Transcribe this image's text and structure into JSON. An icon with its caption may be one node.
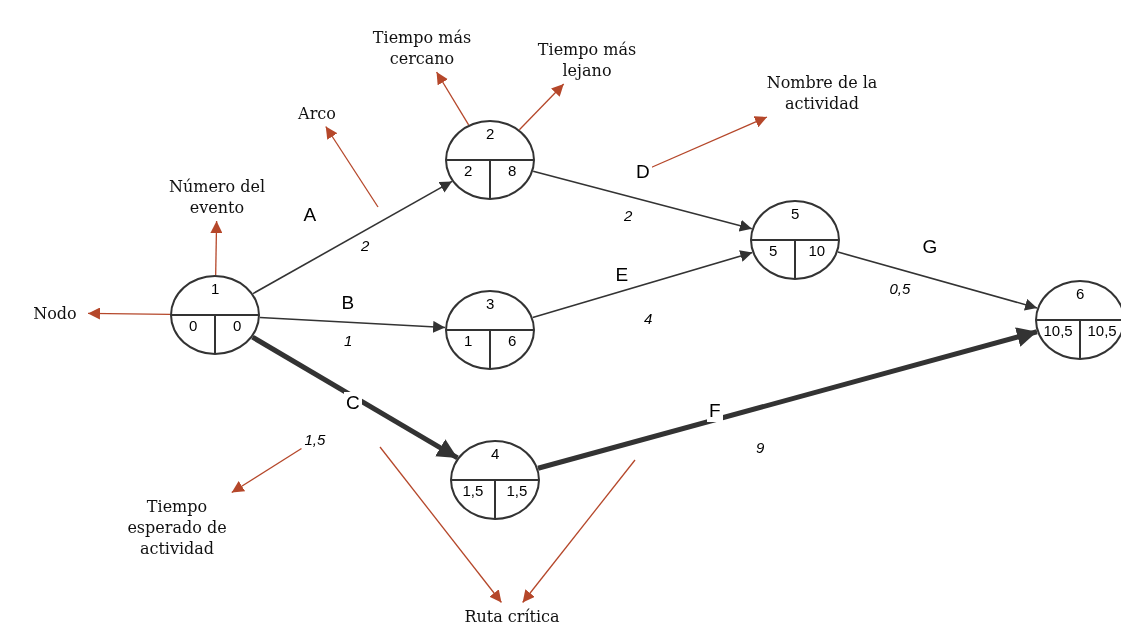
{
  "diagram": {
    "nodes": [
      {
        "text": [
          "1",
          "0",
          "0"
        ]
      },
      {
        "text": [
          "2",
          "2",
          "8"
        ]
      },
      {
        "text": [
          "3",
          "1",
          "6"
        ]
      },
      {
        "text": [
          "4",
          "1,5",
          "1,5"
        ]
      },
      {
        "text": [
          "5",
          "5",
          "10"
        ]
      },
      {
        "text": [
          "6",
          "10,5",
          "10,5"
        ]
      },
      {
        "text": [
          "Número del evento"
        ]
      },
      {
        "text": [
          "Nodo"
        ]
      },
      {
        "text": [
          "Arco"
        ]
      },
      {
        "text": [
          "Tiempo más cercano"
        ]
      },
      {
        "text": [
          "Tiempo más lejano"
        ]
      },
      {
        "text": [
          "Nombre de la actividad"
        ]
      },
      {
        "text": [
          "Tiempo esperado de actividad"
        ]
      },
      {
        "text": [
          "Ruta crítica"
        ]
      },
      {
        "text": [
          "1,5"
        ]
      }
    ],
    "edges": [
      {
        "from": 0,
        "to": 1,
        "arrow": "to",
        "label": "A",
        "color": "#333333"
      },
      {
        "from": 0,
        "to": 2,
        "arrow": "to",
        "label": "B",
        "color": "#333333"
      },
      {
        "from": 0,
        "to": 3,
        "arrow": "to",
        "label": "C",
        "style": "thick",
        "color": "#333333"
      },
      {
        "from": 1,
        "to": 4,
        "arrow": "to",
        "label": "D",
        "color": "#333333"
      },
      {
        "from": 2,
        "to": 4,
        "arrow": "to",
        "label": "E",
        "color": "#333333"
      },
      {
        "from": 3,
        "to": 5,
        "arrow": "to",
        "label": "F",
        "style": "thick",
        "color": "#333333"
      },
      {
        "from": 4,
        "to": 5,
        "arrow": "to",
        "label": "G",
        "color": "#333333"
      },
      {
        "from": 0,
        "to": 6,
        "arrow": "to"
      },
      {
        "from": 0,
        "to": 7,
        "arrow": "to"
      },
      {
        "from": null,
        "to": 8,
        "arrow": "to"
      },
      {
        "from": 1,
        "to": 9,
        "arrow": "to"
      },
      {
        "from": 1,
        "to": 10,
        "arrow": "to"
      },
      {
        "from": null,
        "to": 11,
        "arrow": "to"
      },
      {
        "from": 14,
        "to": 12,
        "arrow": "to"
      },
      {
        "from": null,
        "to": 13,
        "arrow": "to"
      },
      {
        "from": null,
        "to": 13,
        "arrow": "to"
      }
    ],
    "labels": [
      "2",
      "1",
      "2",
      "4",
      "9",
      "0,5"
    ]
  }
}
